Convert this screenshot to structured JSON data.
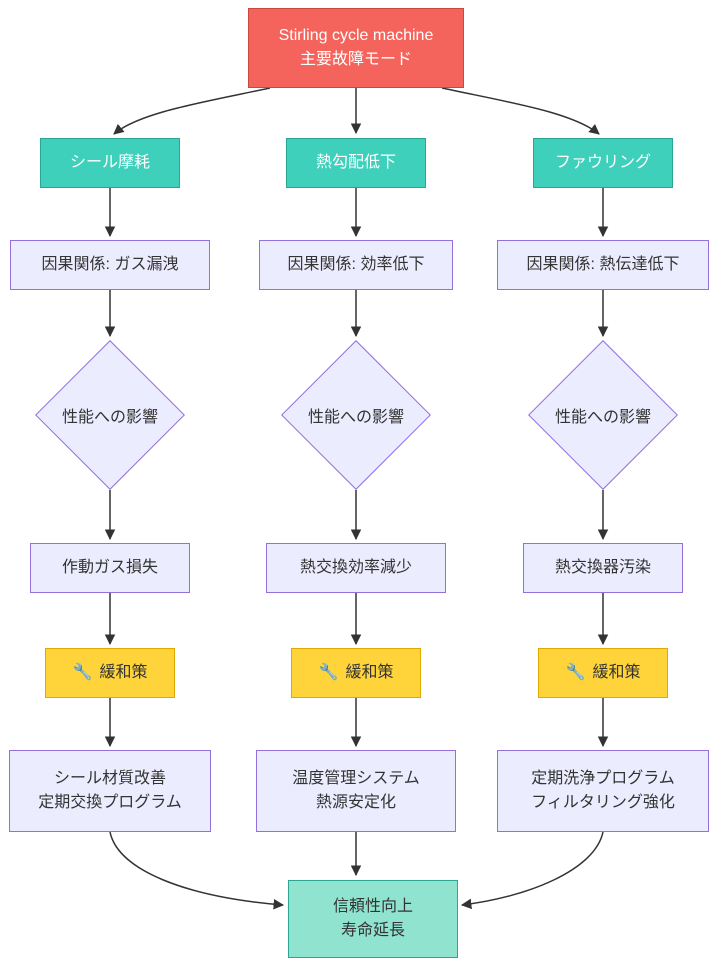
{
  "root": {
    "line1": "Stirling cycle machine",
    "line2": "主要故障モード"
  },
  "columns": [
    {
      "failure_mode": "シール摩耗",
      "causal_relation": "因果関係: ガス漏洩",
      "decision": "性能への影響",
      "effect": "作動ガス損失",
      "mitigation_icon": "🔧",
      "mitigation_label": "緩和策",
      "plan_line1": "シール材質改善",
      "plan_line2": "定期交換プログラム"
    },
    {
      "failure_mode": "熱勾配低下",
      "causal_relation": "因果関係: 効率低下",
      "decision": "性能への影響",
      "effect": "熱交換効率減少",
      "mitigation_icon": "🔧",
      "mitigation_label": "緩和策",
      "plan_line1": "温度管理システム",
      "plan_line2": "熱源安定化"
    },
    {
      "failure_mode": "ファウリング",
      "causal_relation": "因果関係: 熱伝達低下",
      "decision": "性能への影響",
      "effect": "熱交換器汚染",
      "mitigation_icon": "🔧",
      "mitigation_label": "緩和策",
      "plan_line1": "定期洗浄プログラム",
      "plan_line2": "フィルタリング強化"
    }
  ],
  "outcome": {
    "line1": "信頼性向上",
    "line2": "寿命延長"
  },
  "colors": {
    "root_fill": "#f4645c",
    "root_stroke": "#c94840",
    "failure_fill": "#3fd0bc",
    "failure_stroke": "#2aa693",
    "default_fill": "#ececff",
    "default_stroke": "#9370db",
    "mitigation_fill": "#ffd43b",
    "mitigation_stroke": "#e0a800",
    "outcome_fill": "#8fe3cf",
    "outcome_stroke": "#2aa693",
    "edge": "#333333"
  }
}
